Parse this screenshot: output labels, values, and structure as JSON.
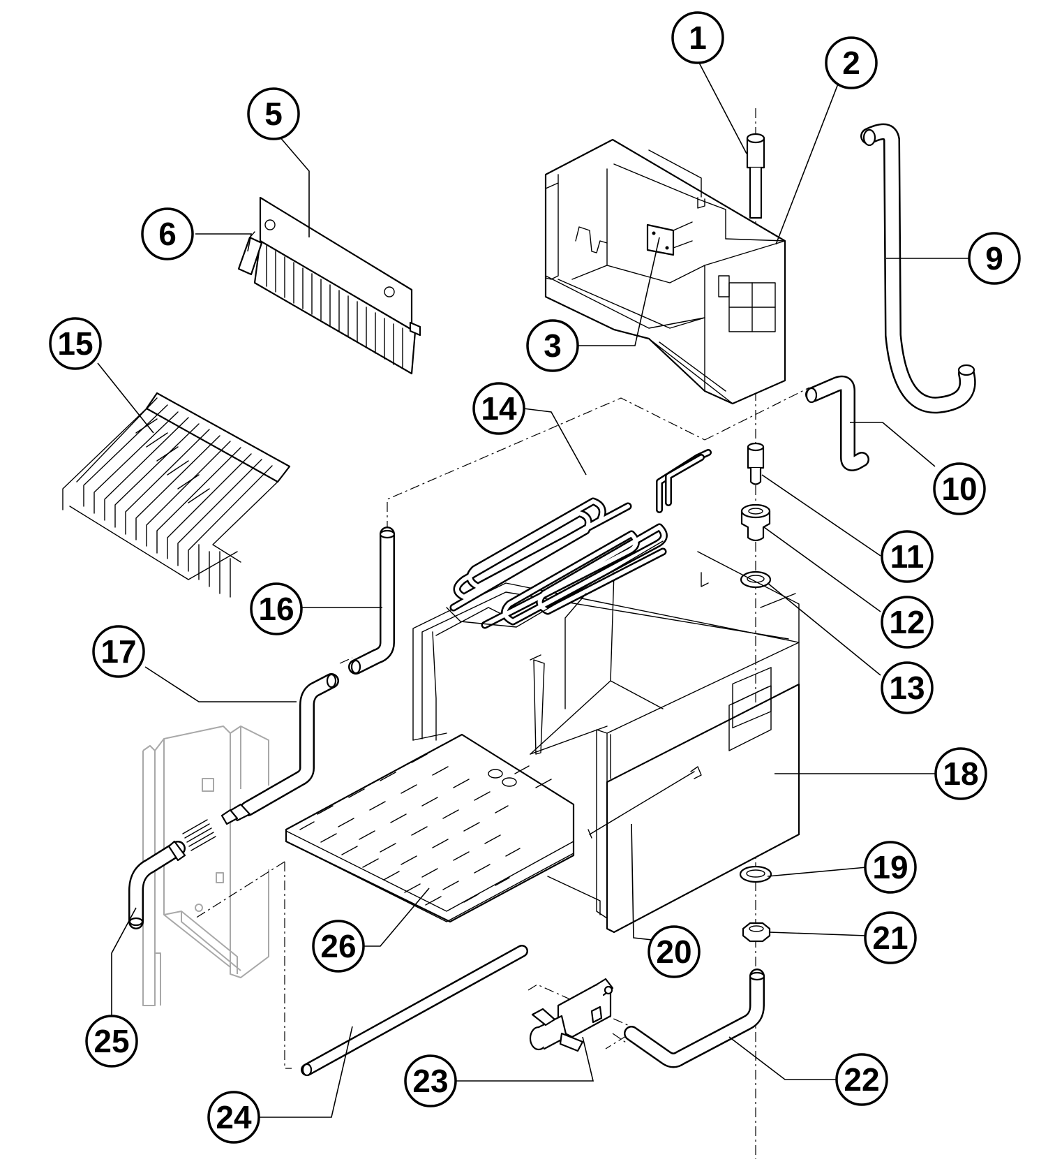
{
  "callouts": [
    {
      "id": "1",
      "label": "1"
    },
    {
      "id": "2",
      "label": "2"
    },
    {
      "id": "3",
      "label": "3"
    },
    {
      "id": "5",
      "label": "5"
    },
    {
      "id": "6",
      "label": "6"
    },
    {
      "id": "9",
      "label": "9"
    },
    {
      "id": "10",
      "label": "10"
    },
    {
      "id": "11",
      "label": "11"
    },
    {
      "id": "12",
      "label": "12"
    },
    {
      "id": "13",
      "label": "13"
    },
    {
      "id": "14",
      "label": "14"
    },
    {
      "id": "15",
      "label": "15"
    },
    {
      "id": "16",
      "label": "16"
    },
    {
      "id": "17",
      "label": "17"
    },
    {
      "id": "18",
      "label": "18"
    },
    {
      "id": "19",
      "label": "19"
    },
    {
      "id": "20",
      "label": "20"
    },
    {
      "id": "21",
      "label": "21"
    },
    {
      "id": "22",
      "label": "22"
    },
    {
      "id": "23",
      "label": "23"
    },
    {
      "id": "24",
      "label": "24"
    },
    {
      "id": "25",
      "label": "25"
    },
    {
      "id": "26",
      "label": "26"
    }
  ]
}
